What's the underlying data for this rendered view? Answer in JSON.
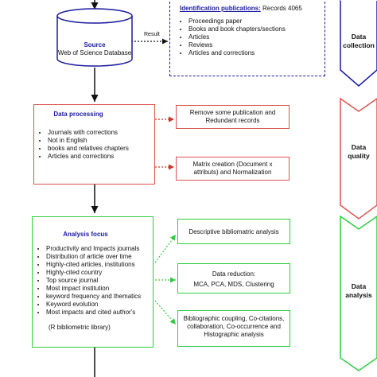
{
  "source": {
    "title": "Source",
    "subtitle": "Web of Science Database"
  },
  "result_label": "Result",
  "identification": {
    "title": "Identification publications:",
    "count": "Records 4065",
    "items": [
      "Proceedings paper",
      "Books and book chapters/sections",
      "Articles",
      "Reviews",
      "Articles and corrections"
    ]
  },
  "processing": {
    "title": "Data processing",
    "items": [
      "Journals with corrections",
      "Not in English",
      "books and relatives chapters",
      "Articles and corrections"
    ]
  },
  "quality_boxes": [
    "Remove some publication and Redundant records",
    "Matrix creation (Document x attributs) and Normalization"
  ],
  "analysis": {
    "title": "Analysis focus",
    "items": [
      "Productivity and Impacts journals",
      "Distribution of article over time",
      "Highly-cited articles, institutions",
      "Highly-cited country",
      "Top source journal",
      "Most impact institution",
      "keyword frequency and thematics",
      "Keyword evolution",
      "Most impacts and cited author's"
    ],
    "footer": "(R bibliometric library)"
  },
  "analysis_boxes": {
    "descriptive": "Descriptive bibliomatric analysis",
    "reduction_title": "Data reduction:",
    "reduction_body": "MCA, PCA, MDS, Clustering",
    "coupling": "Bibliographic coupling, Co-citations, collaboration, Co-occurrence and Histographic analysis"
  },
  "stages": {
    "collection": [
      "Data",
      "collection"
    ],
    "quality": [
      "Data",
      "quality"
    ],
    "analysis": [
      "Data",
      "analysis"
    ]
  },
  "colors": {
    "blue": "#1a1aa0",
    "red": "#d9534f",
    "green": "#2ecc40"
  }
}
